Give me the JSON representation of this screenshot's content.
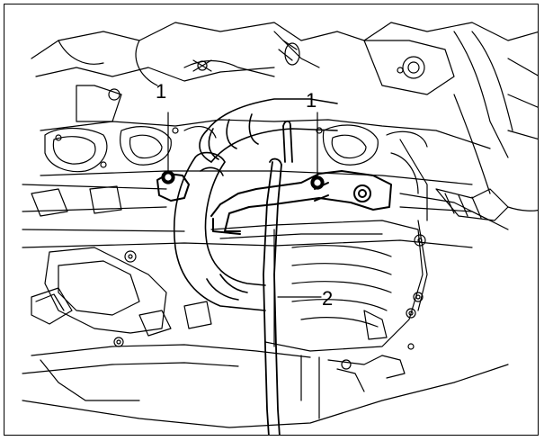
{
  "callouts": [
    {
      "id": "1a",
      "label": "1"
    },
    {
      "id": "1b",
      "label": "1"
    },
    {
      "id": "2",
      "label": "2"
    }
  ],
  "colors": {
    "line": "#000000",
    "background": "#ffffff",
    "highlight": "#555555"
  }
}
